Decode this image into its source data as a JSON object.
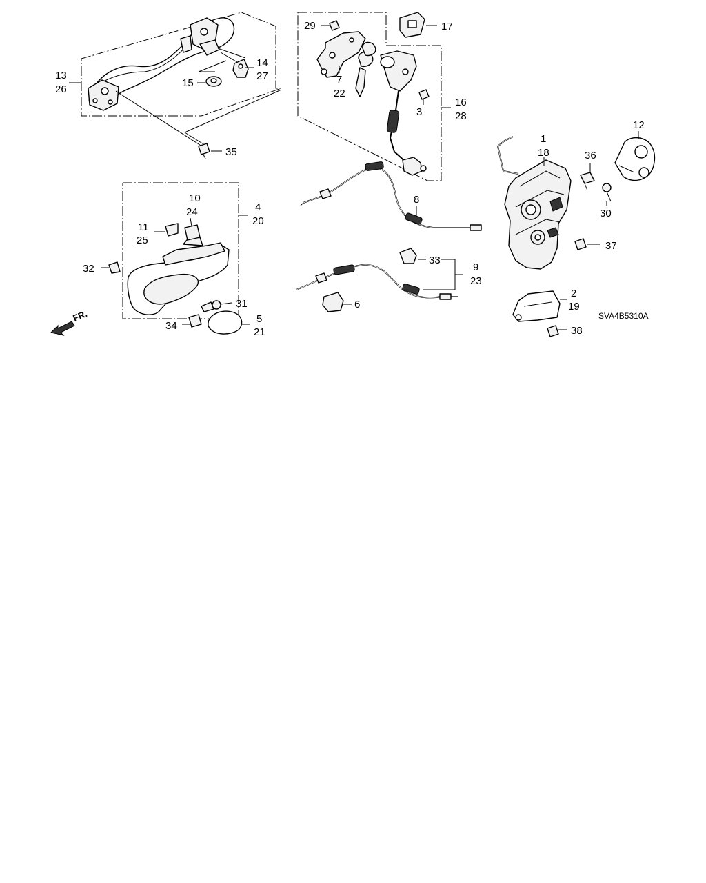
{
  "diagram_code": "SVA4B5310A",
  "direction": {
    "label": "FR.",
    "icon": "front-direction-arrow-icon"
  },
  "callouts": {
    "c1": "1",
    "c2": "2",
    "c3": "3",
    "c4": "4",
    "c5": "5",
    "c6": "6",
    "c7": "7",
    "c8": "8",
    "c9": "9",
    "c10": "10",
    "c11": "11",
    "c12": "12",
    "c13": "13",
    "c14": "14",
    "c15": "15",
    "c16": "16",
    "c17": "17",
    "c18": "18",
    "c19": "19",
    "c20": "20",
    "c21": "21",
    "c22": "22",
    "c23": "23",
    "c24": "24",
    "c25": "25",
    "c26": "26",
    "c27": "27",
    "c28": "28",
    "c29": "29",
    "c30": "30",
    "c31": "31",
    "c32": "32",
    "c33": "33",
    "c34": "34",
    "c35": "35",
    "c36": "36",
    "c37": "37",
    "c38": "38"
  }
}
